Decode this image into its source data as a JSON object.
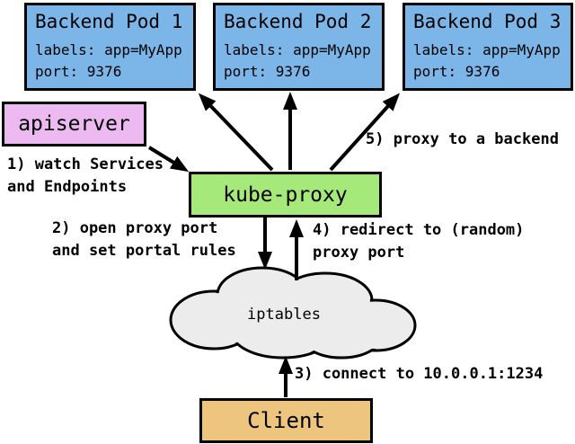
{
  "diagram": {
    "pods": [
      {
        "title": "Backend Pod 1",
        "labels": "labels: app=MyApp",
        "port": "port: 9376"
      },
      {
        "title": "Backend Pod 2",
        "labels": "labels: app=MyApp",
        "port": "port: 9376"
      },
      {
        "title": "Backend Pod 3",
        "labels": "labels: app=MyApp",
        "port": "port: 9376"
      }
    ],
    "apiserver": {
      "label": "apiserver"
    },
    "kube_proxy": {
      "label": "kube-proxy"
    },
    "iptables": {
      "label": "iptables"
    },
    "client": {
      "label": "Client"
    },
    "annotations": {
      "step1": "1) watch Services\nand Endpoints",
      "step2": "2) open proxy port\nand set portal rules",
      "step3": "3) connect to 10.0.0.1:1234",
      "step4": "4) redirect to (random)\nproxy port",
      "step5": "5) proxy to a backend"
    },
    "colors": {
      "pod_fill": "#7cb5e8",
      "apiserver_fill": "#ecb9f0",
      "kube_proxy_fill": "#a5e97b",
      "client_fill": "#edc57e",
      "cloud_fill": "#ececec",
      "outline": "#000000"
    }
  }
}
